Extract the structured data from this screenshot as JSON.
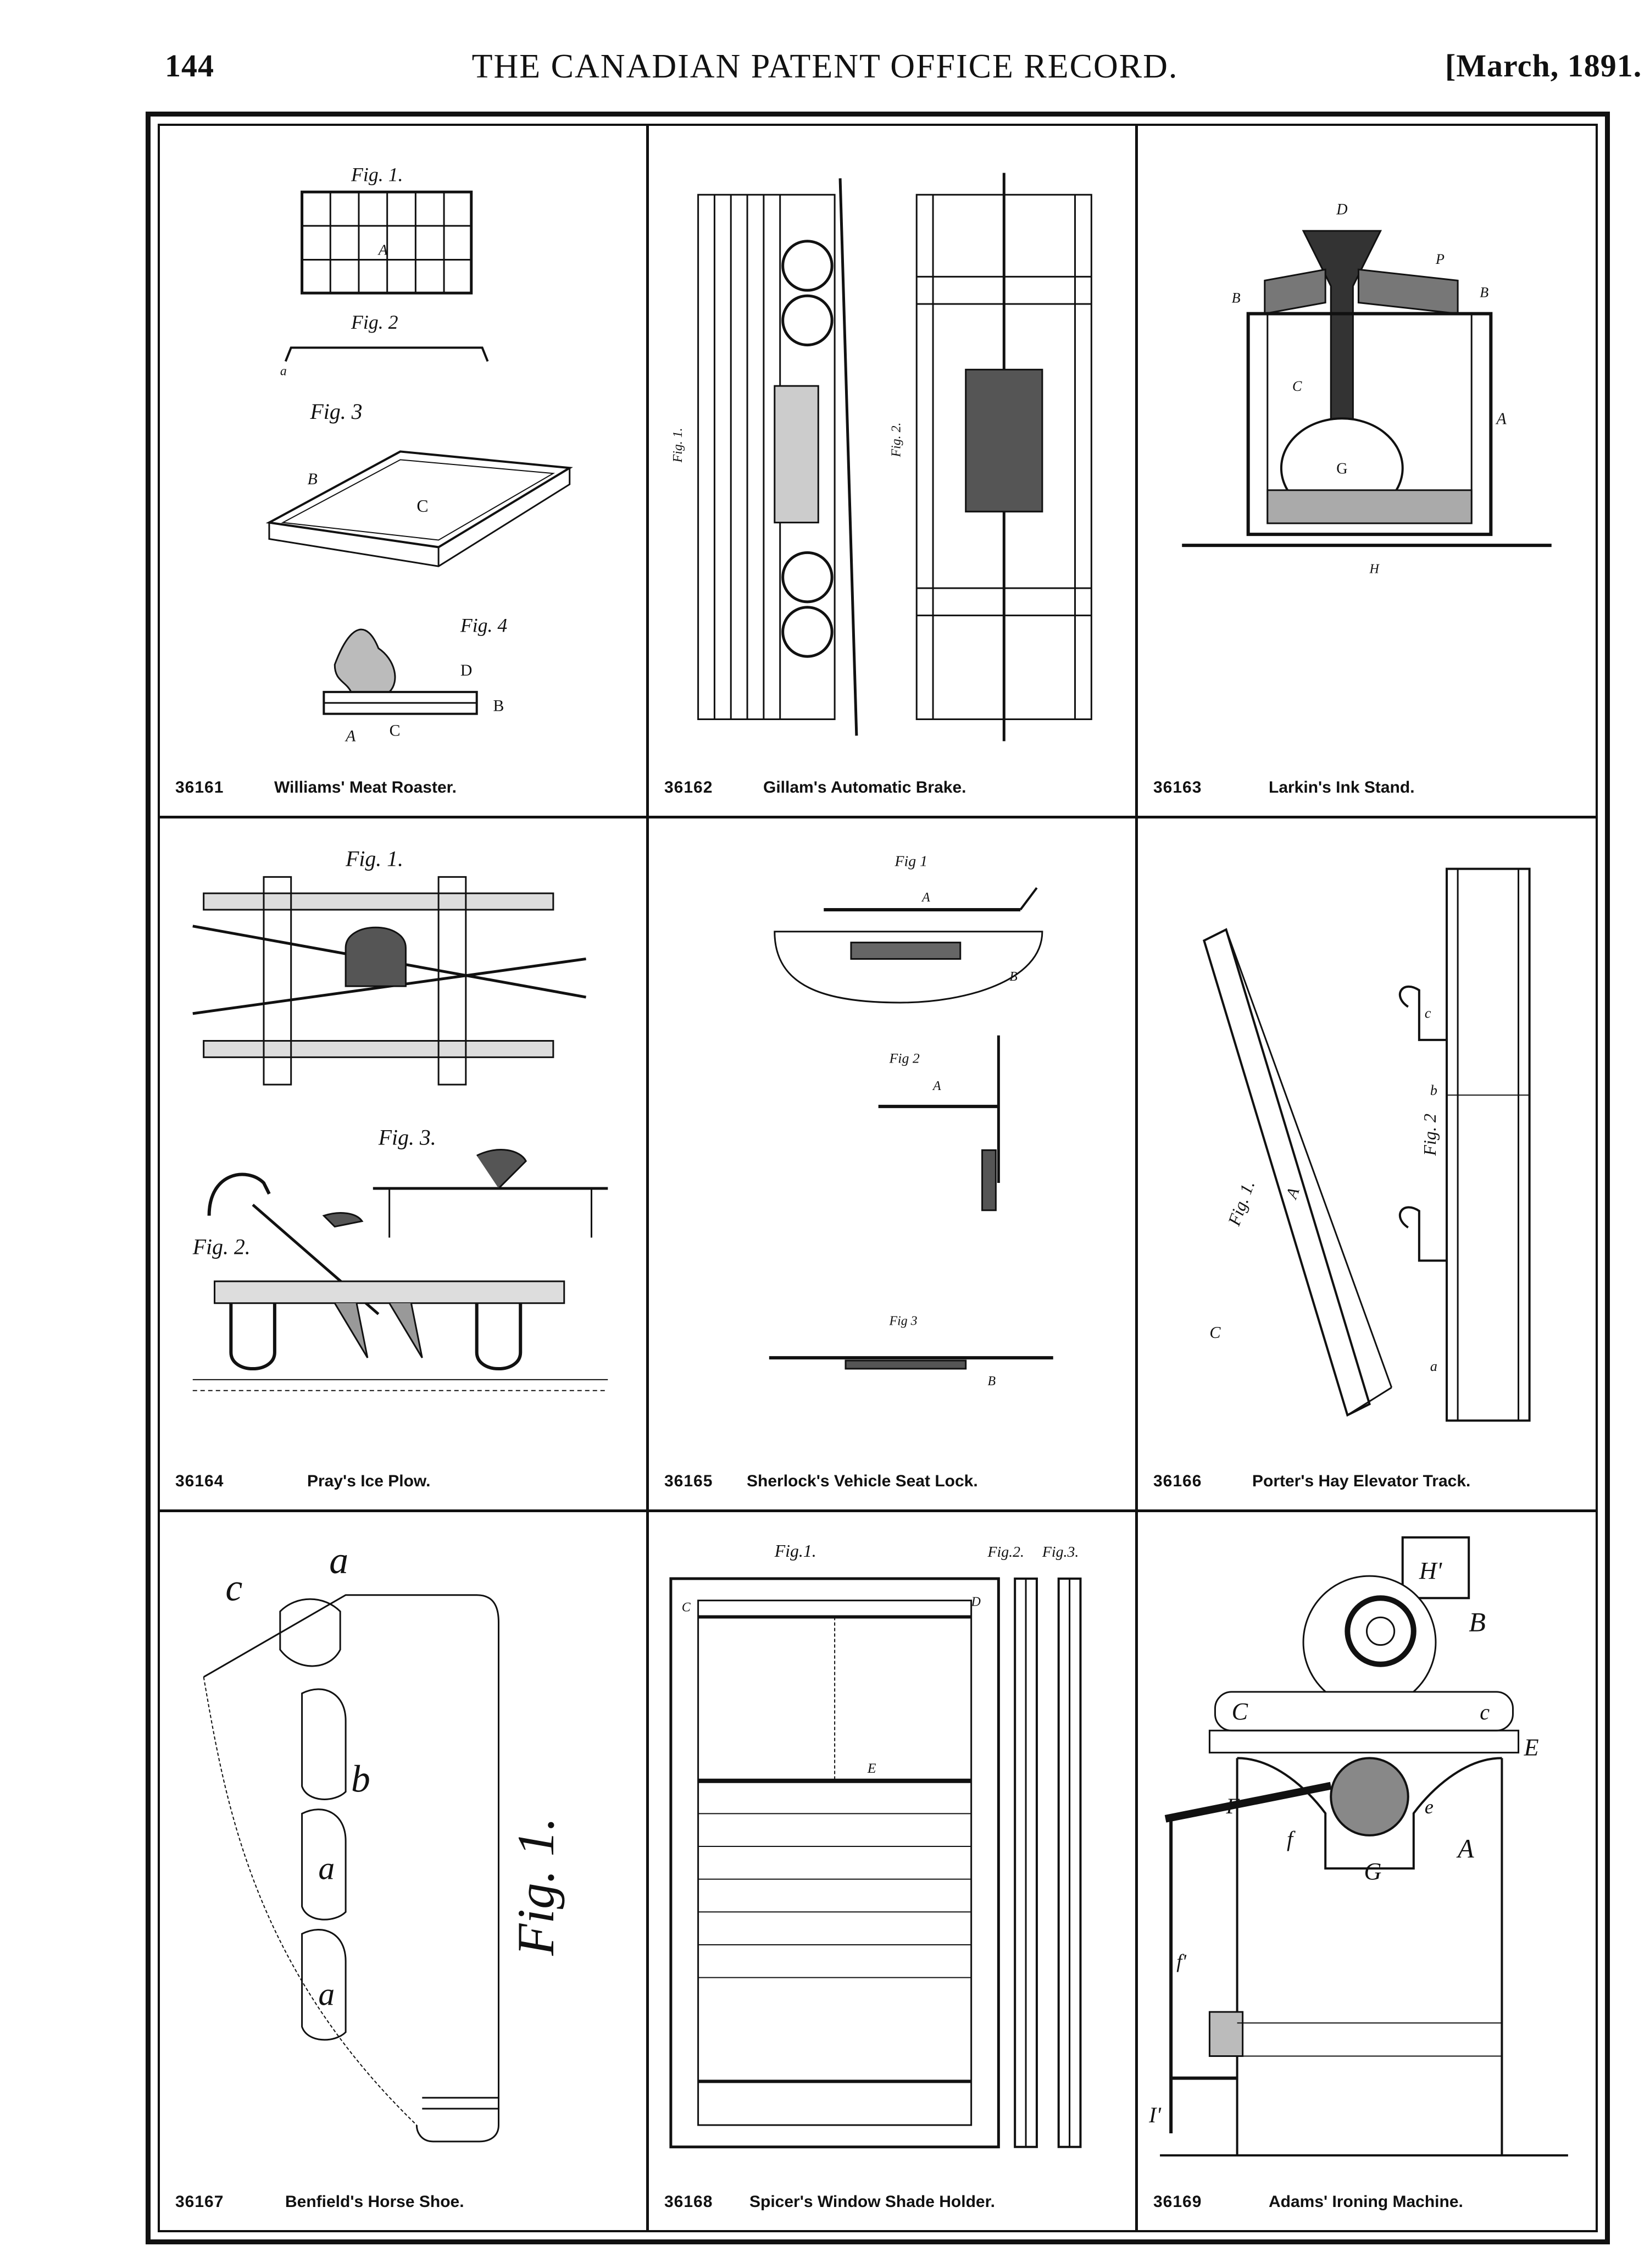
{
  "header": {
    "page_number": "144",
    "title": "THE CANADIAN PATENT OFFICE RECORD.",
    "date": "[March, 1891."
  },
  "patents": [
    {
      "number": "36161",
      "title": "Williams' Meat Roaster.",
      "labels": [
        "Fig. 1.",
        "Fig. 2",
        "Fig. 3",
        "Fig. 4",
        "A",
        "B",
        "C",
        "D",
        "a"
      ]
    },
    {
      "number": "36162",
      "title": "Gillam's Automatic Brake.",
      "labels": [
        "Fig. 1.",
        "Fig. 2."
      ]
    },
    {
      "number": "36163",
      "title": "Larkin's Ink Stand.",
      "labels": [
        "A",
        "B",
        "C",
        "D",
        "G",
        "H",
        "P"
      ]
    },
    {
      "number": "36164",
      "title": "Pray's Ice Plow.",
      "labels": [
        "Fig. 1.",
        "Fig. 2.",
        "Fig. 3."
      ]
    },
    {
      "number": "36165",
      "title": "Sherlock's Vehicle Seat Lock.",
      "labels": [
        "Fig 1",
        "Fig 2",
        "Fig 3",
        "A",
        "B"
      ]
    },
    {
      "number": "36166",
      "title": "Porter's Hay Elevator Track.",
      "labels": [
        "Fig. 1.",
        "Fig. 2",
        "A",
        "C",
        "a",
        "b",
        "c"
      ]
    },
    {
      "number": "36167",
      "title": "Benfield's Horse Shoe.",
      "labels": [
        "Fig. 1.",
        "a",
        "b",
        "c"
      ]
    },
    {
      "number": "36168",
      "title": "Spicer's Window Shade Holder.",
      "labels": [
        "Fig.1.",
        "Fig.2.",
        "Fig.3.",
        "E",
        "D",
        "C"
      ]
    },
    {
      "number": "36169",
      "title": "Adams' Ironing Machine.",
      "labels": [
        "H'",
        "B",
        "C",
        "c",
        "E",
        "F",
        "G",
        "A",
        "f",
        "f'",
        "e",
        "I'"
      ]
    }
  ]
}
